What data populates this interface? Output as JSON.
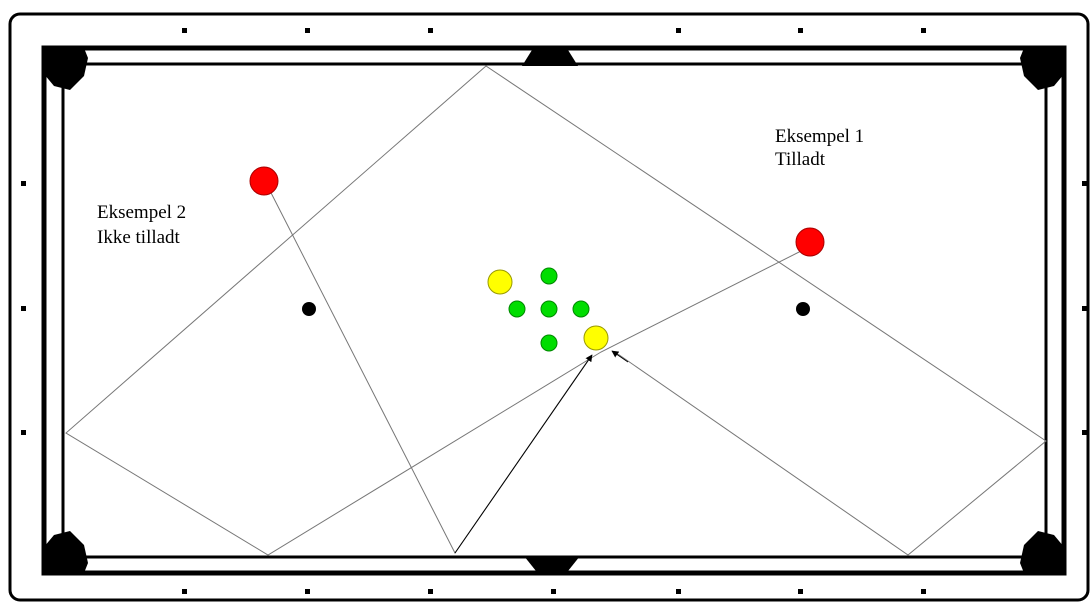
{
  "labels": {
    "example_1": {
      "title": "Eksempel  1",
      "status": "Tilladt"
    },
    "example_2": {
      "title": "Eksempel  2",
      "status": "Ikke tilladt"
    }
  },
  "balls": {
    "red": {
      "color": "#ff0000",
      "count": 2
    },
    "yellow": {
      "color": "#ffff00",
      "count": 2
    },
    "green": {
      "color": "#00dd00",
      "count": 5
    },
    "marker": {
      "color": "#000000",
      "count": 2
    }
  },
  "colors": {
    "cushion_line": "#000000",
    "pocket": "#000000",
    "cloth": "#ffffff",
    "path_line": "#777777",
    "arrow": "#000000"
  }
}
